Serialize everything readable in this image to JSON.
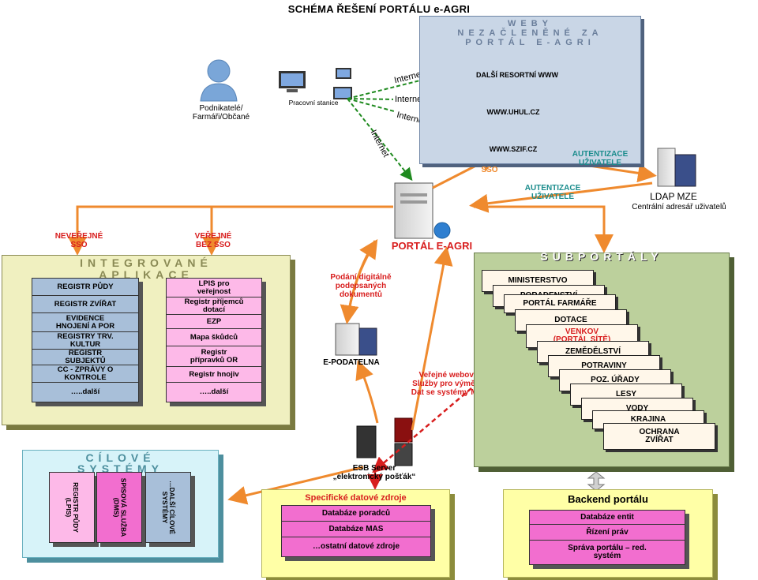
{
  "title": "SCHÉMA ŘEŠENÍ PORTÁLU e-AGRI",
  "users_label": "Podnikatelé/\nFarmáři/Občané",
  "workstation_label": "Pracovní stanice",
  "internet_labels": [
    "Internet",
    "Internet",
    "Internet",
    "Internet"
  ],
  "weby": {
    "heading": [
      "WEBY",
      "NEZAČLENĚNÉ ZA",
      "PORTÁL E-AGRI"
    ],
    "servers": [
      "DALŠÍ RESORTNÍ WWW",
      "WWW.UHUL.CZ",
      "WWW.SZIF.CZ"
    ]
  },
  "sso_label": "SSO",
  "auth_label_1": "AUTENTIZACE\nUŽIVATELE",
  "auth_label_2": "AUTENTIZACE\nUŽIVATELE",
  "ldap": {
    "name": "LDAP MZE",
    "subtitle": "Centrální adresář uživatelů"
  },
  "portal_label": "PORTÁL E-AGRI",
  "nonpublic_sso": "NEVEŘEJNÉ\nSSO",
  "public_no_sso": "VEŘEJNÉ\nBEZ SSO",
  "integ": {
    "heading": [
      "INTEGROVANÉ",
      "APLIKACE"
    ],
    "blue_rows": [
      "REGISTR PŮDY",
      "REGISTR ZVÍŘAT",
      "EVIDENCE\nHNOJENÍ A POR",
      "REGISTRY TRV.\nKULTUR",
      "REGISTR\nSUBJEKTŮ",
      "CC - ZPRÁVY O\nKONTROLE",
      "…..další"
    ],
    "pink_rows": [
      "LPIS pro\nveřejnost",
      "Registr příjemců\ndotací",
      "EZP",
      "Mapa škůdců",
      "Registr\npřípravků OR",
      "Registr hnojiv",
      "…..další"
    ]
  },
  "podani_label": "Podání digitálně\npodepsaných\ndokumentů",
  "epodatelna_label": "E-PODATELNA",
  "ws_label": "Veřejné webové\nSlužby pro výměnu\nDat se systémy Mze",
  "esb_label": "ESB Server\n„elektronický pošťák“",
  "sub": {
    "heading": "SUBPORTÁLY",
    "cards": [
      "MINISTERSTVO",
      "PORADENSTVÍ",
      "PORTÁL FARMÁŘE",
      "DOTACE",
      "VENKOV\n(PORTÁL SÍTĚ)",
      "ZEMĚDĚLSTVÍ",
      "POTRAVINY",
      "POZ. ÚŘADY",
      "LESY",
      "VODY",
      "KRAJINA",
      "OCHRANA\nZVÍŘAT"
    ]
  },
  "cil": {
    "heading": [
      "CÍLOVÉ",
      "SYSTÉMY"
    ],
    "bars": [
      "REGISTR PŮDY\n(LPIS)",
      "SPISOVÁ SLUŽBA\n(DMS)",
      "…DALŠÍ CÍLOVÉ\nSYSTÉMY"
    ]
  },
  "spec": {
    "heading": "Specifické datové zdroje",
    "rows": [
      "Databáze poradců",
      "Databáze MAS",
      "…ostatní datové zdroje"
    ]
  },
  "back": {
    "heading": "Backend portálu",
    "rows": [
      "Databáze entit",
      "Řízení práv",
      "Správa portálu – red.\nsystém"
    ]
  },
  "colors": {
    "orange": "#ef8a2e",
    "green_dash": "#1f8a1f",
    "red_dash": "#d81e1e",
    "subportal_bg": "#bcd09c",
    "portal_red": "#d81e1e"
  }
}
